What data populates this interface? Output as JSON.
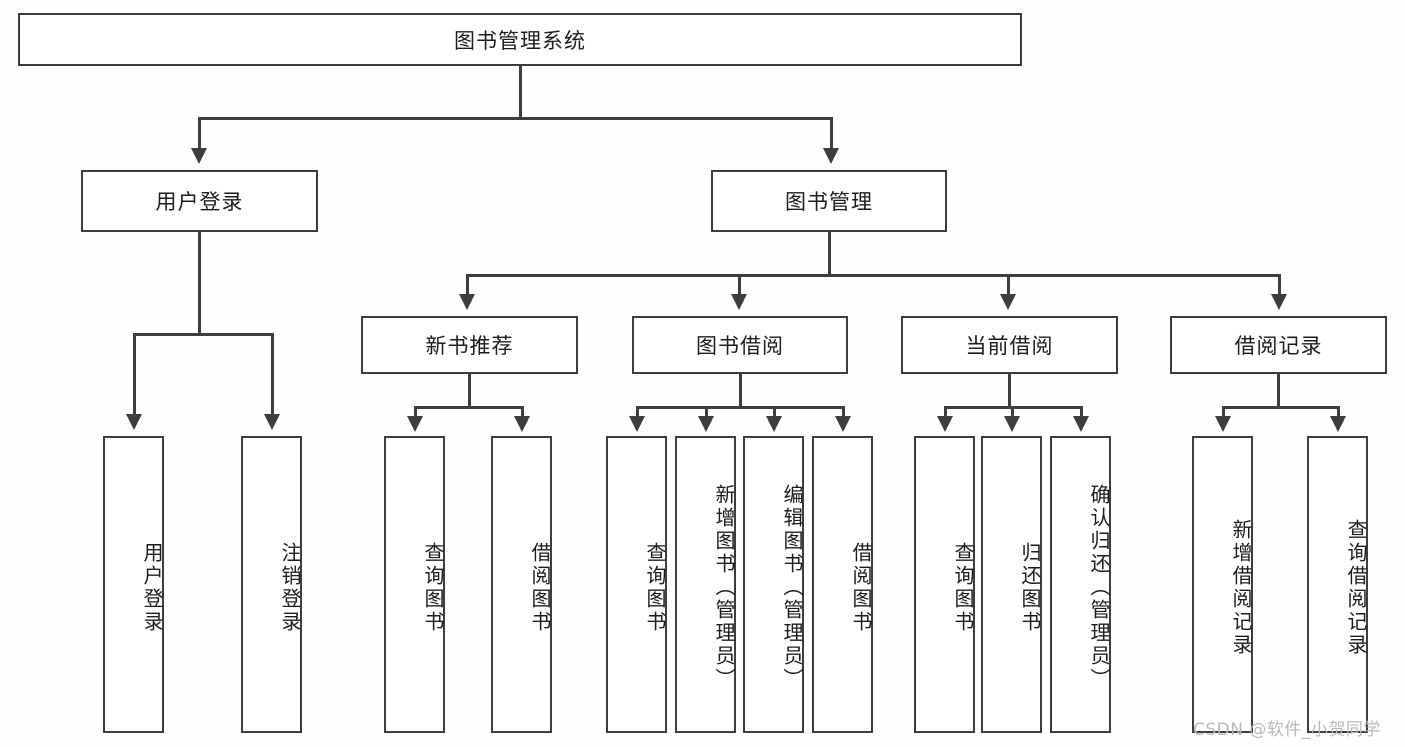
{
  "diagram": {
    "type": "tree-hierarchy",
    "title": "图书管理系统",
    "root": {
      "label": "图书管理系统",
      "orientation": "horizontal"
    },
    "level2": [
      {
        "label": "用户登录",
        "orientation": "horizontal"
      },
      {
        "label": "图书管理",
        "orientation": "horizontal"
      }
    ],
    "level3": [
      {
        "label": "新书推荐",
        "orientation": "horizontal",
        "parent": "图书管理"
      },
      {
        "label": "图书借阅",
        "orientation": "horizontal",
        "parent": "图书管理"
      },
      {
        "label": "当前借阅",
        "orientation": "horizontal",
        "parent": "图书管理"
      },
      {
        "label": "借阅记录",
        "orientation": "horizontal",
        "parent": "图书管理"
      }
    ],
    "leaves": [
      {
        "label": "用户登录",
        "orientation": "vertical",
        "parent": "用户登录"
      },
      {
        "label": "注销登录",
        "orientation": "vertical",
        "parent": "用户登录"
      },
      {
        "label": "查询图书",
        "orientation": "vertical",
        "parent": "新书推荐"
      },
      {
        "label": "借阅图书",
        "orientation": "vertical",
        "parent": "新书推荐"
      },
      {
        "label": "查询图书",
        "orientation": "vertical",
        "parent": "图书借阅"
      },
      {
        "label": "新增图书（管理员）",
        "orientation": "vertical",
        "parent": "图书借阅"
      },
      {
        "label": "编辑图书（管理员）",
        "orientation": "vertical",
        "parent": "图书借阅"
      },
      {
        "label": "借阅图书",
        "orientation": "vertical",
        "parent": "图书借阅"
      },
      {
        "label": "查询图书",
        "orientation": "vertical",
        "parent": "当前借阅"
      },
      {
        "label": "归还图书",
        "orientation": "vertical",
        "parent": "当前借阅"
      },
      {
        "label": "确认归还（管理员）",
        "orientation": "vertical",
        "parent": "当前借阅"
      },
      {
        "label": "新增借阅记录",
        "orientation": "vertical",
        "parent": "借阅记录"
      },
      {
        "label": "查询借阅记录",
        "orientation": "vertical",
        "parent": "借阅记录"
      }
    ],
    "colors": {
      "stroke": "#3d3d3d",
      "fill": "#ffffff",
      "text": "#1c1c1c",
      "background": "#fefefe",
      "watermark": "#b9b9b9"
    }
  },
  "watermark": {
    "text": "CSDN @软件_小贺同学"
  }
}
